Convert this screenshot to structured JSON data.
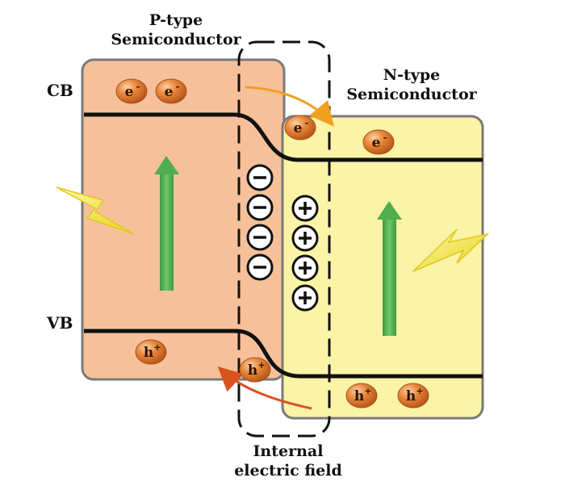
{
  "labels": {
    "p_type": [
      "P-type",
      "Semiconductor"
    ],
    "n_type": [
      "N-type",
      "Semiconductor"
    ],
    "internal_field": [
      "Internal",
      "electric field"
    ],
    "cb": "CB",
    "vb": "VB"
  },
  "carriers": {
    "electron": "e",
    "electron_sup": "-",
    "hole": "h",
    "hole_sup": "+"
  },
  "colors": {
    "p_fill": "#f6c19a",
    "n_fill": "#fbf3a6",
    "band_line": "#111111",
    "arrow_green": "#5cb85c",
    "carrier_orange": "#e07a2a",
    "lightning_yellow": "#f2e83a",
    "transfer_arrow": "#f0a020"
  },
  "charges": {
    "minus_count": 4,
    "plus_count": 4
  }
}
